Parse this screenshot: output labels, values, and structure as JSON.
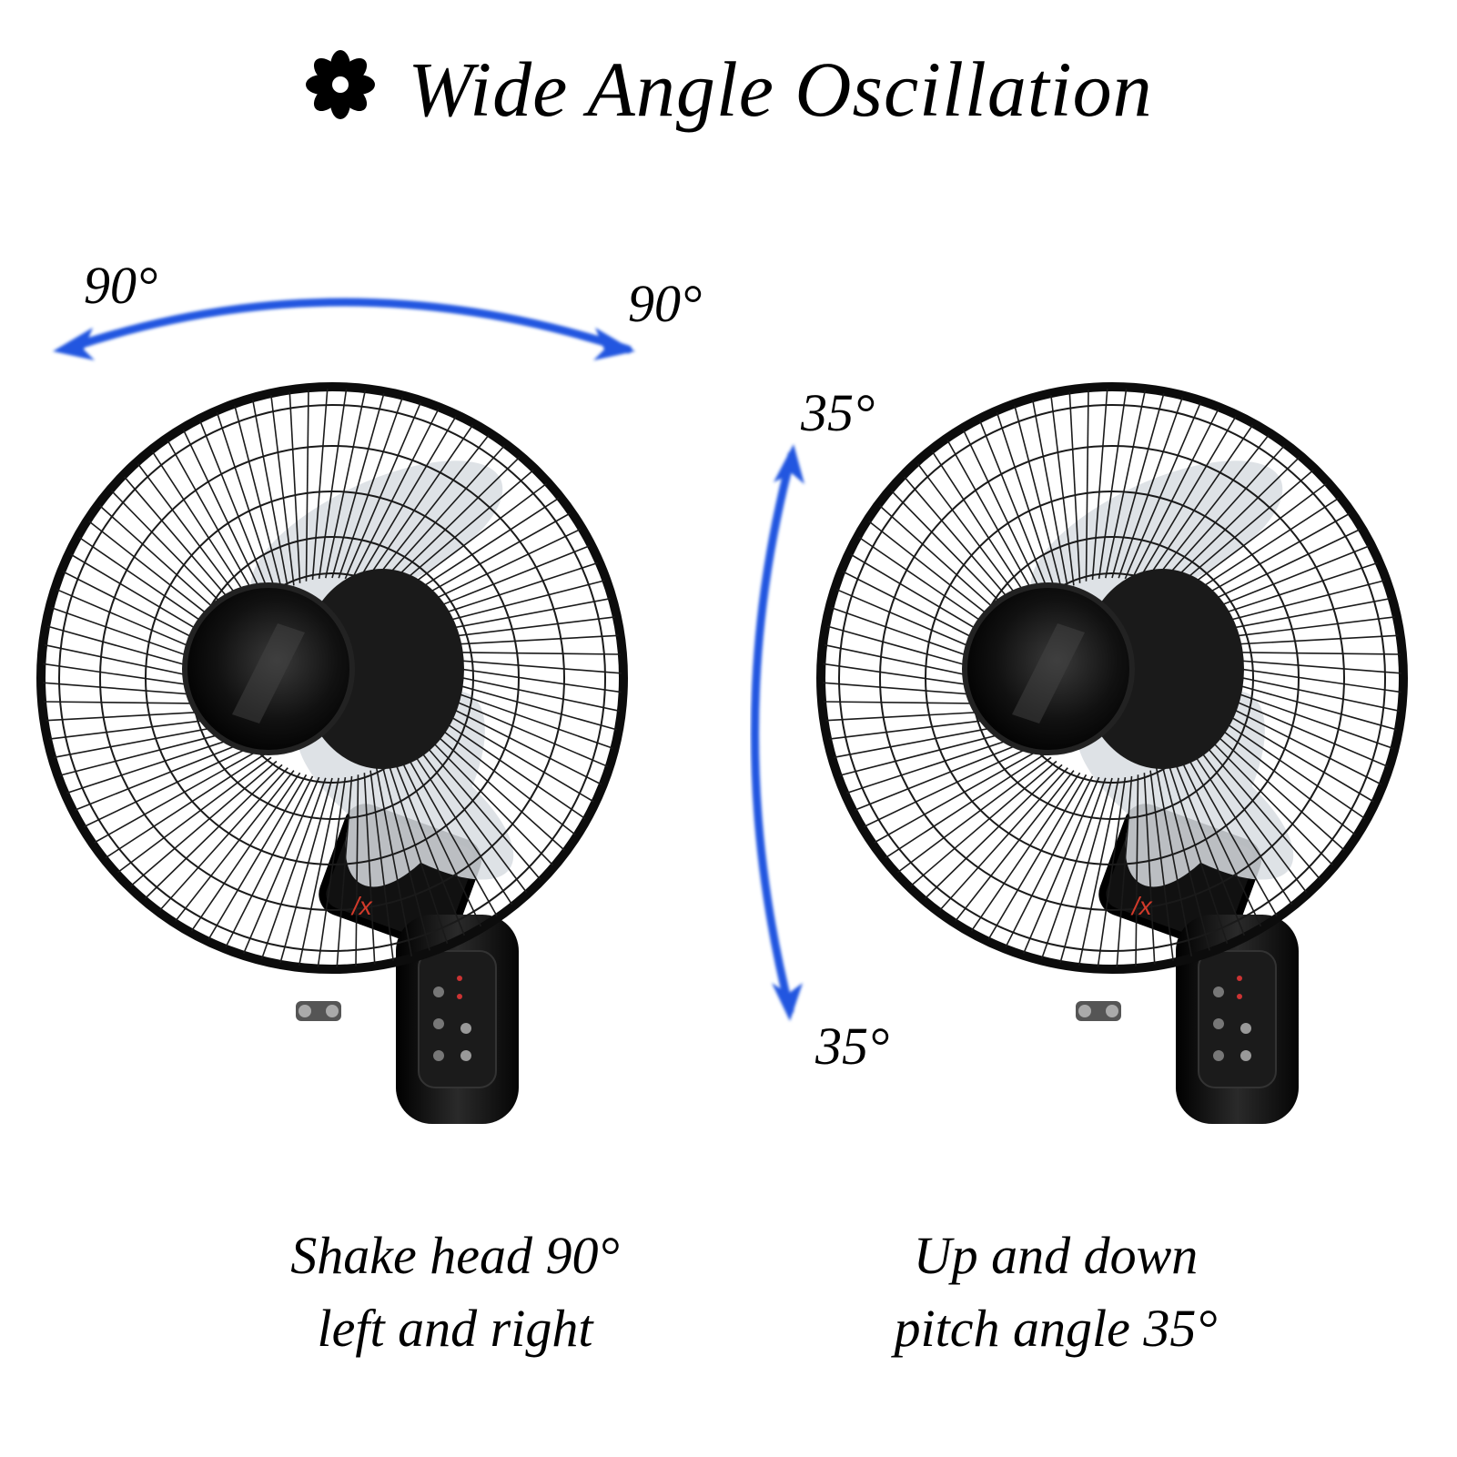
{
  "title": "Wide Angle Oscillation",
  "title_icon": "fan-icon",
  "left_panel": {
    "angle_left": "90°",
    "angle_right": "90°",
    "caption_line1": "Shake head 90°",
    "caption_line2": "left and right",
    "arrow": "horizontal-double-arrow"
  },
  "right_panel": {
    "angle_top": "35°",
    "angle_bottom": "35°",
    "caption_line1": "Up and down",
    "caption_line2": "pitch angle 35°",
    "arrow": "vertical-double-arrow"
  },
  "colors": {
    "arrow": "#2457e0",
    "fan_body": "#0c0c0c",
    "grille": "#1a1a1a",
    "blade": "#d9dde2",
    "logo": "#d23a2a"
  }
}
